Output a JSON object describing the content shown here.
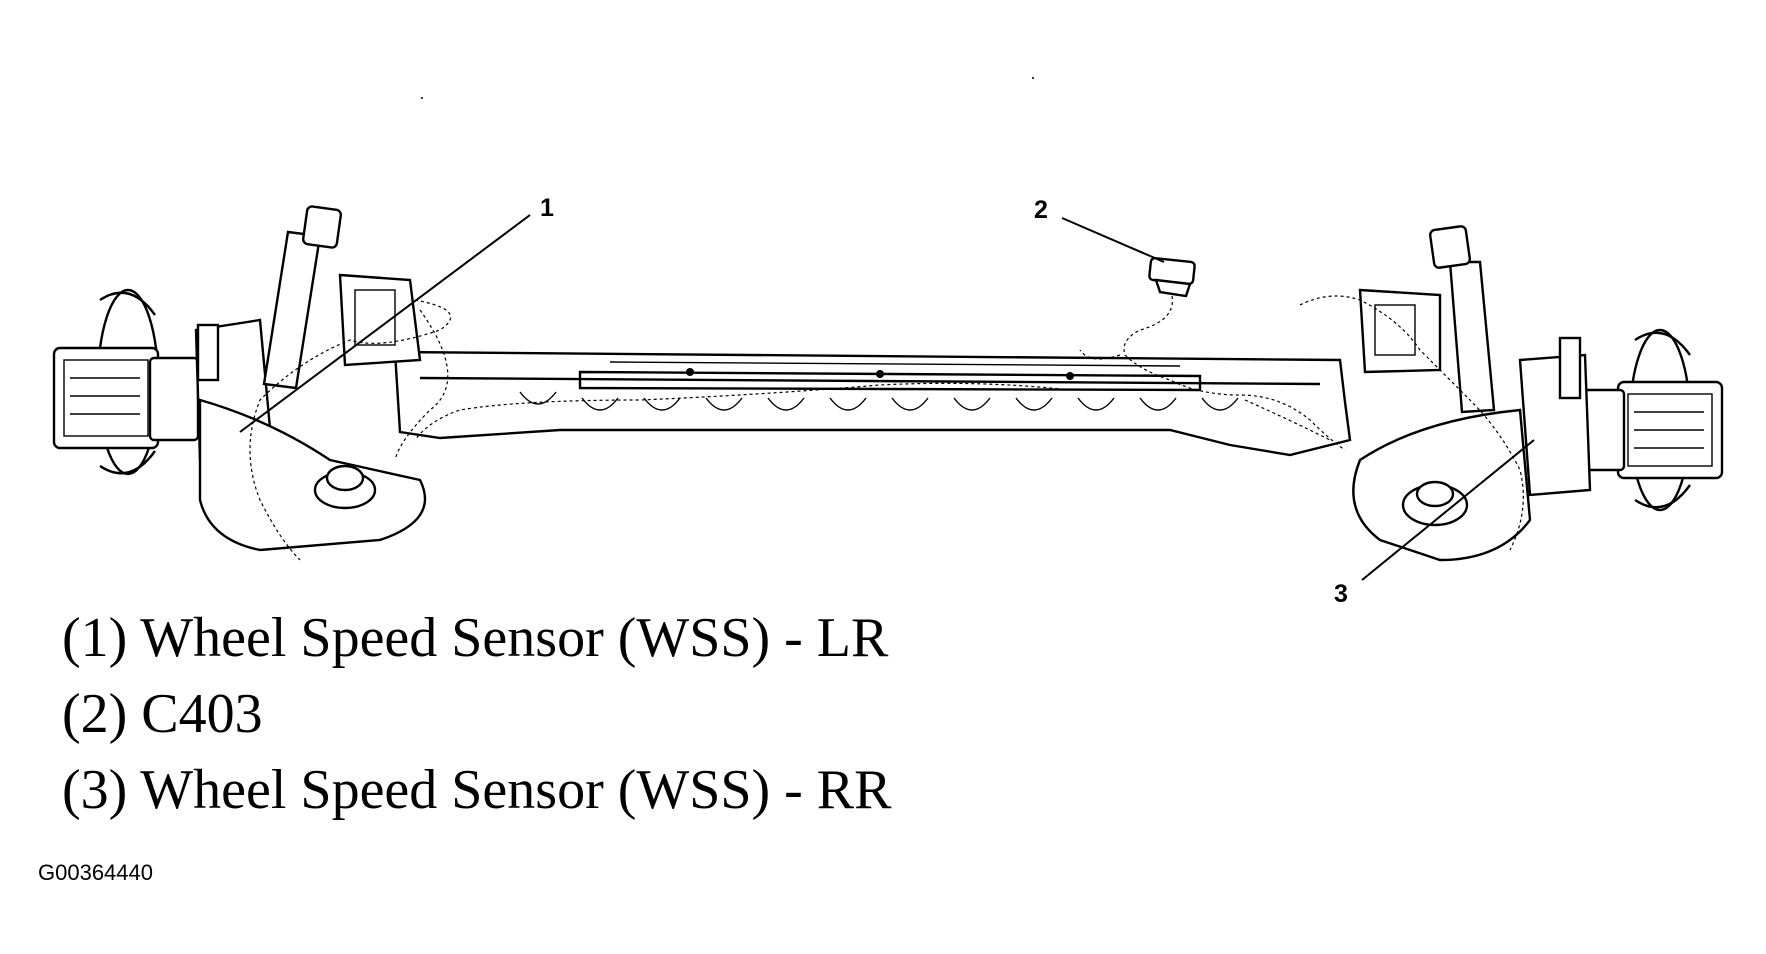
{
  "diagram": {
    "callouts": [
      {
        "id": "1",
        "label": "1"
      },
      {
        "id": "2",
        "label": "2"
      },
      {
        "id": "3",
        "label": "3"
      }
    ],
    "legend": [
      {
        "number": "(1)",
        "text": "Wheel Speed Sensor (WSS) - LR"
      },
      {
        "number": "(2)",
        "text": "C403"
      },
      {
        "number": "(3)",
        "text": "Wheel Speed Sensor (WSS) - RR"
      }
    ],
    "figure_id": "G00364440"
  }
}
